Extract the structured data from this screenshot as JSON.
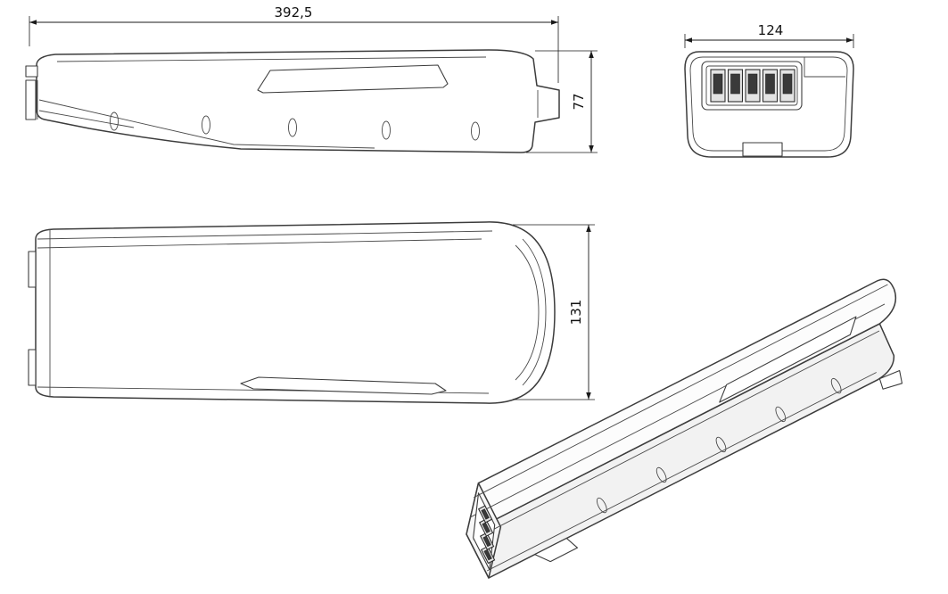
{
  "drawing": {
    "kind": "technical-drawing",
    "subject": "battery-pack",
    "background": "#ffffff",
    "line_color": "#3c3c3c",
    "dimension_color": "#1a1a1a"
  },
  "dimensions": {
    "length": "392,5",
    "height": "77",
    "width": "124",
    "depth": "131"
  }
}
